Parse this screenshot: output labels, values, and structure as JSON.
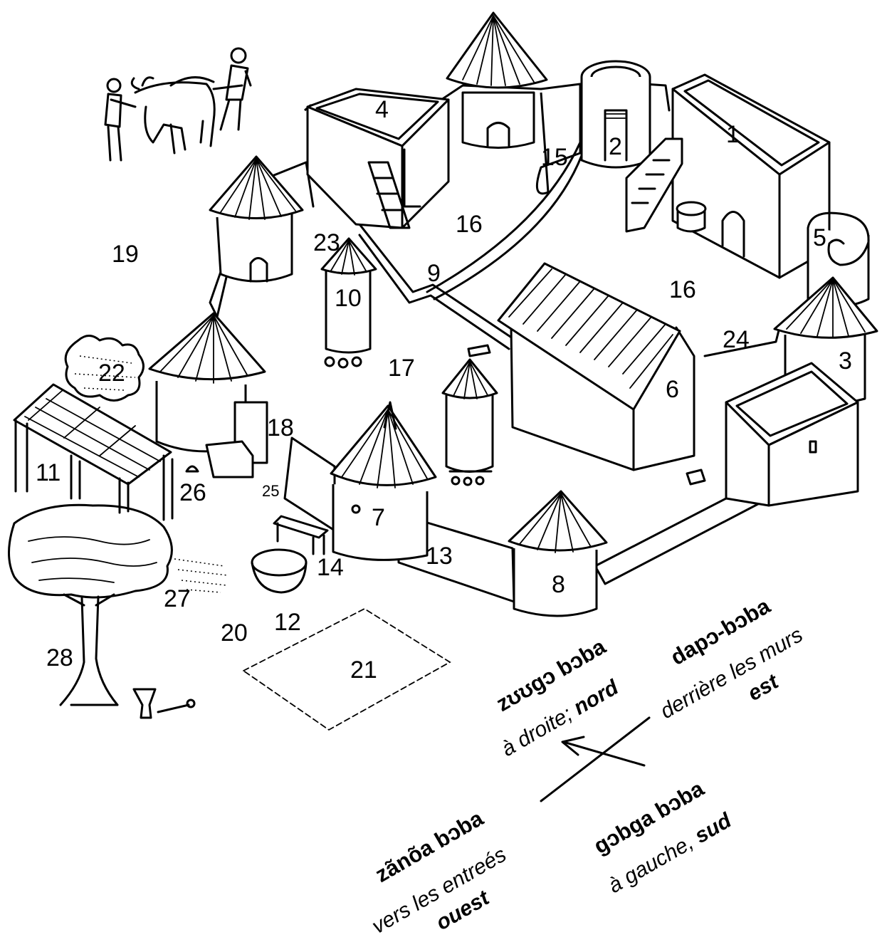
{
  "diagram": {
    "labels": [
      {
        "id": "1",
        "text": "1"
      },
      {
        "id": "2",
        "text": "2"
      },
      {
        "id": "3",
        "text": "3"
      },
      {
        "id": "4",
        "text": "4"
      },
      {
        "id": "5",
        "text": "5"
      },
      {
        "id": "6",
        "text": "6"
      },
      {
        "id": "7",
        "text": "7"
      },
      {
        "id": "8",
        "text": "8"
      },
      {
        "id": "9",
        "text": "9"
      },
      {
        "id": "10",
        "text": "10"
      },
      {
        "id": "11",
        "text": "11"
      },
      {
        "id": "12",
        "text": "12"
      },
      {
        "id": "13",
        "text": "13"
      },
      {
        "id": "14",
        "text": "14"
      },
      {
        "id": "15",
        "text": "15"
      },
      {
        "id": "16a",
        "text": "16"
      },
      {
        "id": "16b",
        "text": "16"
      },
      {
        "id": "17",
        "text": "17"
      },
      {
        "id": "18",
        "text": "18"
      },
      {
        "id": "19",
        "text": "19"
      },
      {
        "id": "20",
        "text": "20"
      },
      {
        "id": "21",
        "text": "21"
      },
      {
        "id": "22",
        "text": "22"
      },
      {
        "id": "23",
        "text": "23"
      },
      {
        "id": "24",
        "text": "24"
      },
      {
        "id": "25",
        "text": "25"
      },
      {
        "id": "26",
        "text": "26"
      },
      {
        "id": "27",
        "text": "27"
      },
      {
        "id": "28",
        "text": "28"
      }
    ],
    "directions": {
      "north": {
        "name": "zʊʊgɔ bɔba",
        "desc": "à droite;",
        "cardinal": "nord"
      },
      "east": {
        "name": "dapɔ-bɔba",
        "desc": "derrière les murs",
        "cardinal": "est"
      },
      "south": {
        "name": "gɔbga bɔba",
        "desc": "à gauche,",
        "cardinal": "sud"
      },
      "west": {
        "name": "zãnõa bɔba",
        "desc": "vers les entreés",
        "cardinal": "ouest"
      }
    }
  }
}
